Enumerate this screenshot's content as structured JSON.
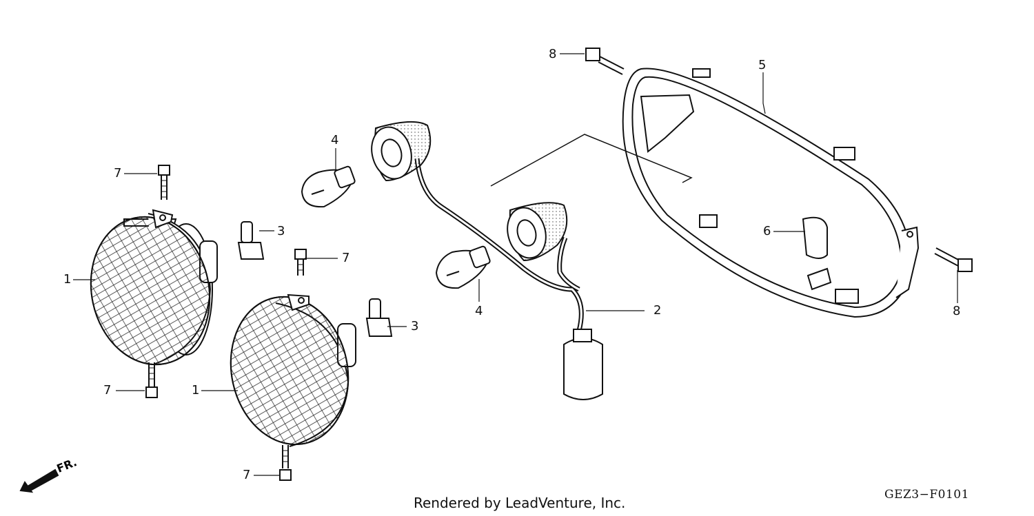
{
  "callouts": [
    {
      "id": "c1a",
      "label": "1"
    },
    {
      "id": "c1b",
      "label": "1"
    },
    {
      "id": "c2",
      "label": "2"
    },
    {
      "id": "c3a",
      "label": "3"
    },
    {
      "id": "c3b",
      "label": "3"
    },
    {
      "id": "c4a",
      "label": "4"
    },
    {
      "id": "c4b",
      "label": "4"
    },
    {
      "id": "c5",
      "label": "5"
    },
    {
      "id": "c6",
      "label": "6"
    },
    {
      "id": "c7a",
      "label": "7"
    },
    {
      "id": "c7b",
      "label": "7"
    },
    {
      "id": "c7c",
      "label": "7"
    },
    {
      "id": "c7d",
      "label": "7"
    },
    {
      "id": "c8a",
      "label": "8"
    },
    {
      "id": "c8b",
      "label": "8"
    }
  ],
  "front_indicator": "FR.",
  "footer_text": "Rendered by LeadVenture, Inc.",
  "diagram_code": "GEZ3−F0101"
}
